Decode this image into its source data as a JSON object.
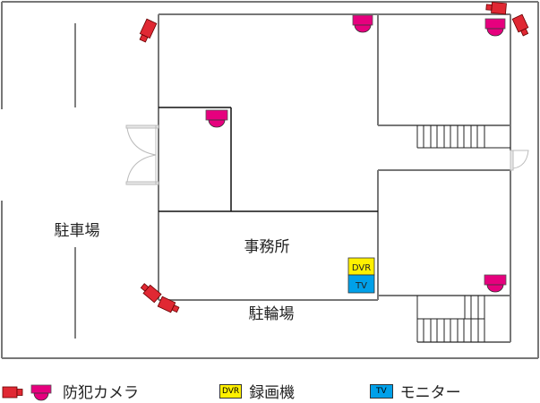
{
  "labels": {
    "parking": "駐車場",
    "office": "事務所",
    "bicycle_parking": "駐輪場"
  },
  "devices": {
    "dvr_label": "DVR",
    "tv_label": "TV"
  },
  "legend": {
    "camera": "防犯カメラ",
    "dvr_badge": "DVR",
    "dvr": "録画機",
    "tv_badge": "TV",
    "monitor": "モニター"
  },
  "colors": {
    "box_camera": "#e02833",
    "dome_camera": "#e6007e",
    "dvr": "#fff000",
    "tv": "#00a0e9",
    "wall": "#777777"
  }
}
